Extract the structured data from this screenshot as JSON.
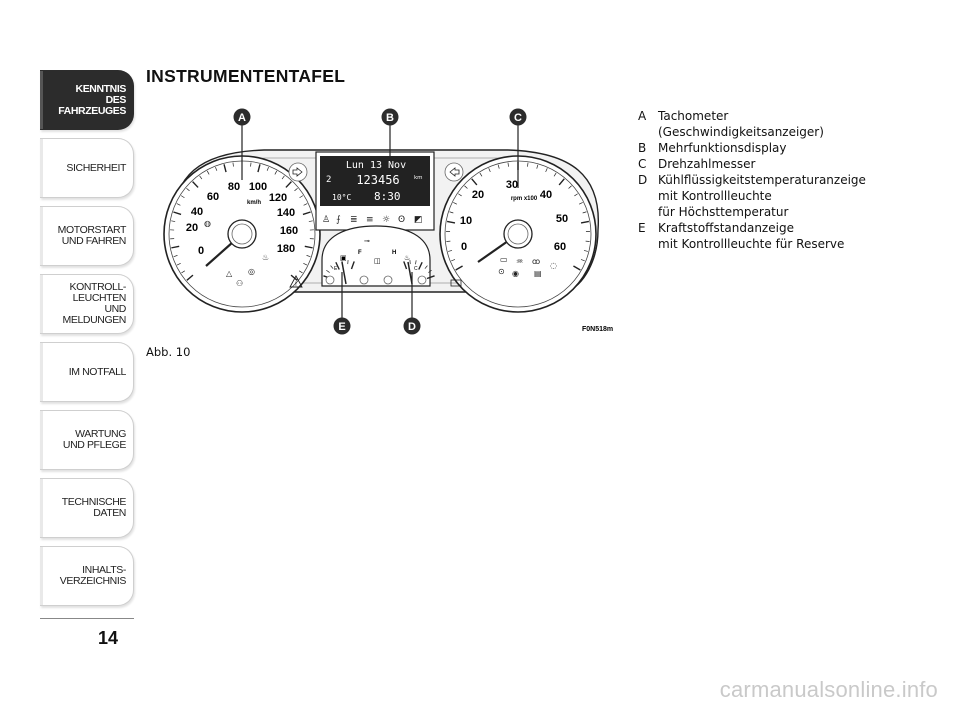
{
  "sidebar": {
    "items": [
      {
        "label": "KENNTNIS\nDES FAHRZEUGES",
        "active": true
      },
      {
        "label": "SICHERHEIT",
        "active": false
      },
      {
        "label": "MOTORSTART\nUND FAHREN",
        "active": false
      },
      {
        "label": "KONTROLL-\nLEUCHTEN\nUND MELDUNGEN",
        "active": false
      },
      {
        "label": "IM NOTFALL",
        "active": false
      },
      {
        "label": "WARTUNG\nUND PFLEGE",
        "active": false
      },
      {
        "label": "TECHNISCHE\nDATEN",
        "active": false
      },
      {
        "label": "INHALTS-\nVERZEICHNIS",
        "active": false
      }
    ]
  },
  "page_number": "14",
  "title": "INSTRUMENTENTAFEL",
  "figure": {
    "caption": "Abb. 10",
    "code": "F0N518m",
    "callouts": {
      "a": "A",
      "b": "B",
      "c": "C",
      "d": "D",
      "e": "E"
    },
    "speedometer": {
      "labels": [
        "0",
        "20",
        "40",
        "60",
        "80",
        "100",
        "120",
        "140",
        "160",
        "180"
      ],
      "unit": "km/h"
    },
    "tachometer": {
      "labels": [
        "0",
        "10",
        "20",
        "30",
        "40",
        "50",
        "60"
      ],
      "unit": "rpm x100"
    },
    "display": {
      "date": "Lun 13 Nov",
      "gear": "2",
      "odometer": "123456",
      "odometer_unit": "km",
      "temperature": "10°C",
      "time": "8:30"
    },
    "fuel_gauge": {
      "full": "F",
      "empty": "E"
    },
    "temp_gauge": {
      "hot": "H",
      "cold": "C"
    }
  },
  "legend": [
    {
      "letter": "A",
      "text": "Tachometer\n(Geschwindigkeitsanzeiger)"
    },
    {
      "letter": "B",
      "text": "Mehrfunktionsdisplay"
    },
    {
      "letter": "C",
      "text": "Drehzahlmesser"
    },
    {
      "letter": "D",
      "text": "Kühlflüssigkeitstemperaturanzeige\nmit Kontrollleuchte\nfür Höchsttemperatur"
    },
    {
      "letter": "E",
      "text": "Kraftstoffstandanzeige\nmit Kontrollleuchte für Reserve"
    }
  ],
  "watermark": "carmanualsonline.info",
  "colors": {
    "tab_active": "#2c2c2c",
    "callout": "#2c2c2c"
  }
}
